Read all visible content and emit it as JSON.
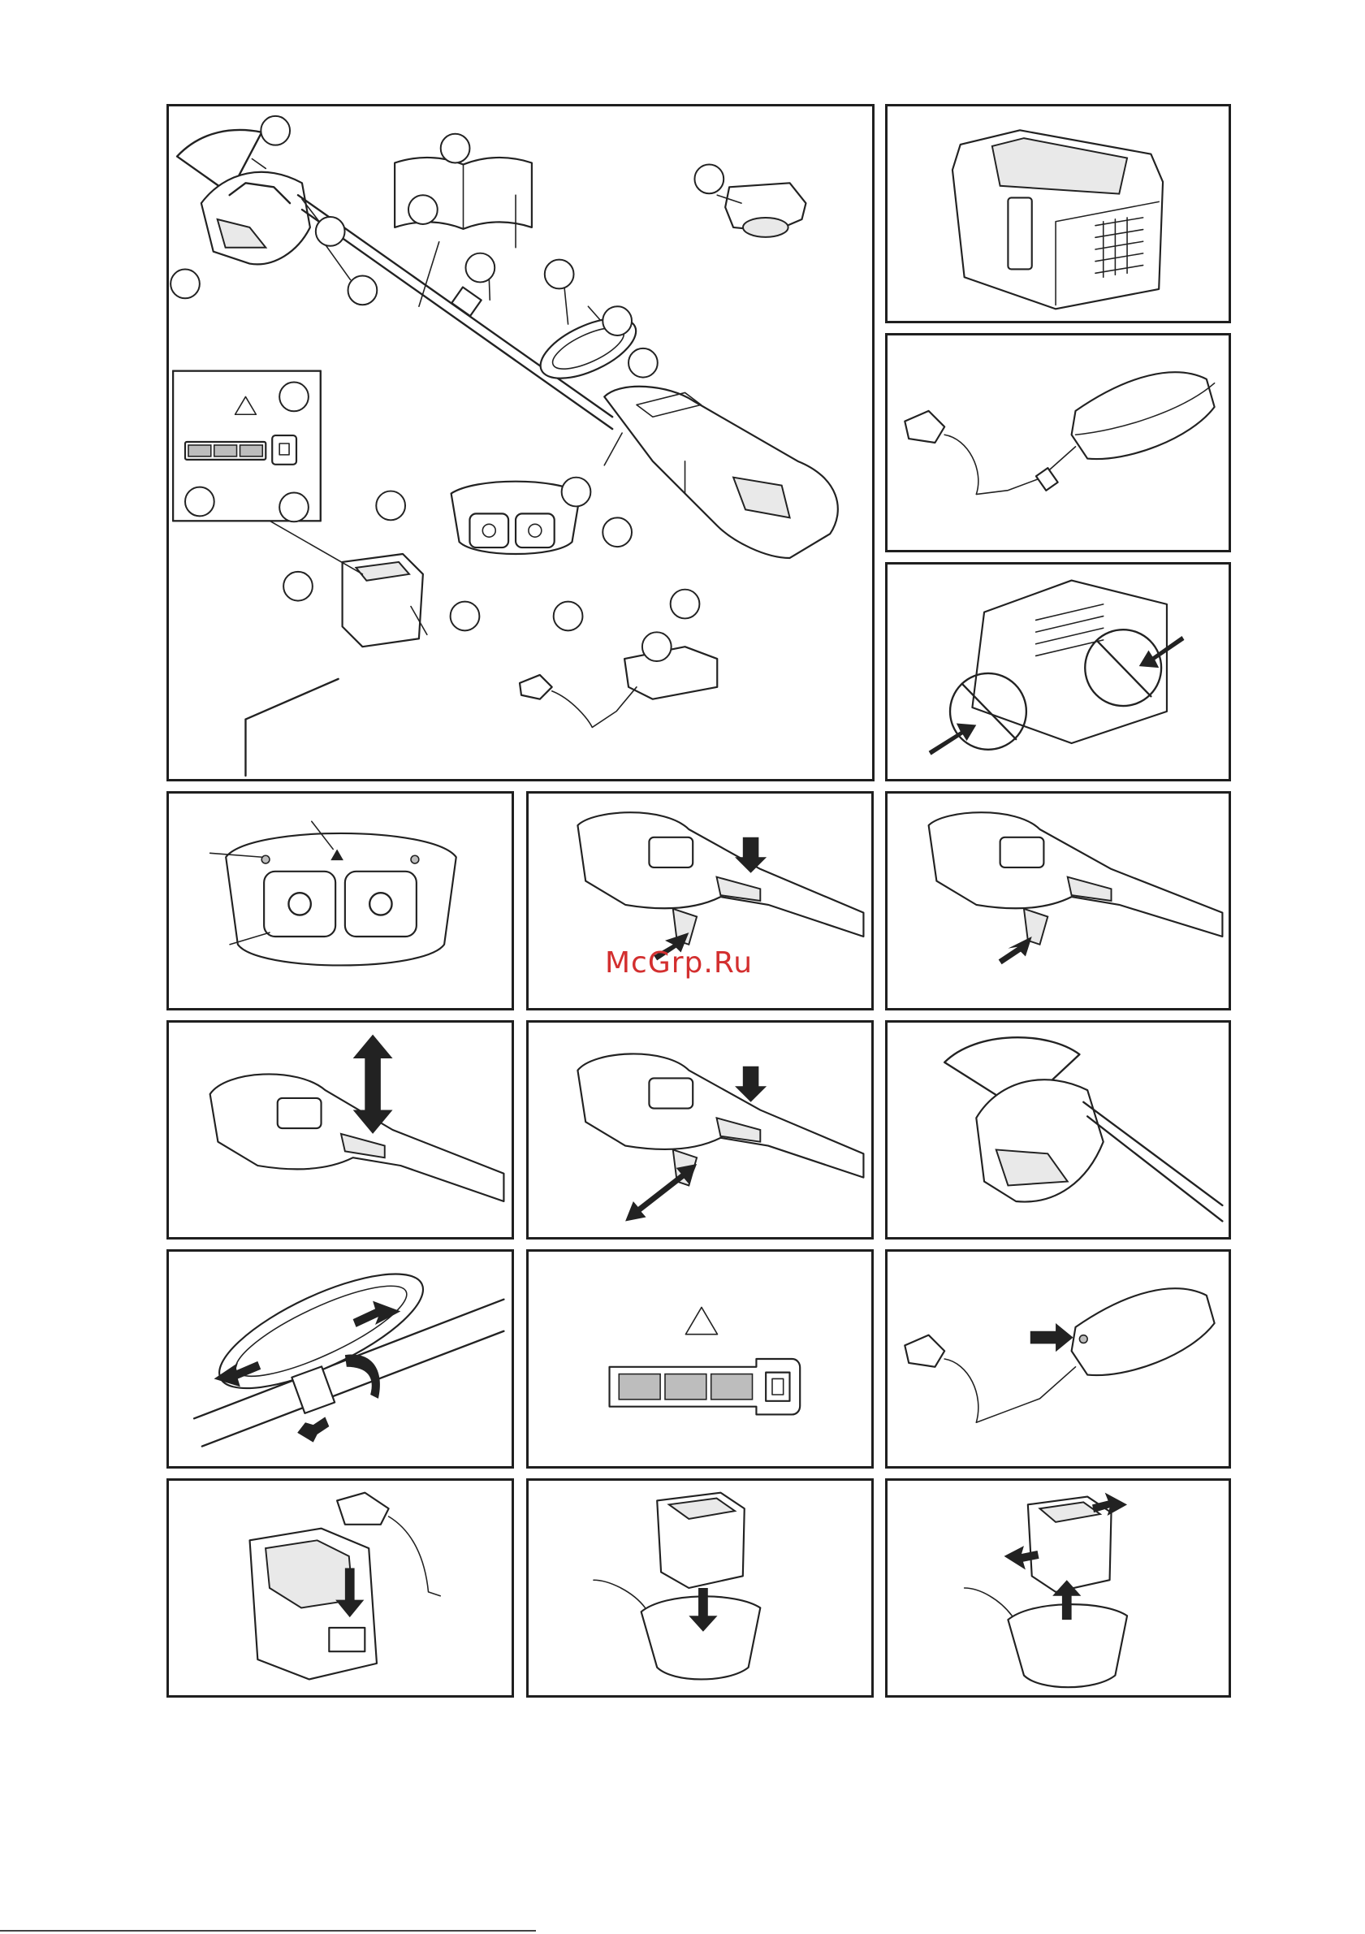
{
  "watermark": {
    "text": "McGrp.Ru"
  },
  "colors": {
    "watermark": "#d32f2f",
    "line": "#222222",
    "fill_gray": "#bdbdbd"
  },
  "figures": [
    {
      "id": "overview",
      "callouts": 22
    },
    {
      "id": "battery-top"
    },
    {
      "id": "charger"
    },
    {
      "id": "battery-air-vents"
    },
    {
      "id": "keypad-detail"
    },
    {
      "id": "trigger-lockout-press"
    },
    {
      "id": "trigger-release"
    },
    {
      "id": "handle-height-adjust"
    },
    {
      "id": "trigger-speed"
    },
    {
      "id": "trimmer-guard"
    },
    {
      "id": "loop-handle-adjust"
    },
    {
      "id": "battery-indicator"
    },
    {
      "id": "charger-led"
    },
    {
      "id": "battery-charging"
    },
    {
      "id": "battery-insert"
    },
    {
      "id": "battery-remove"
    }
  ]
}
